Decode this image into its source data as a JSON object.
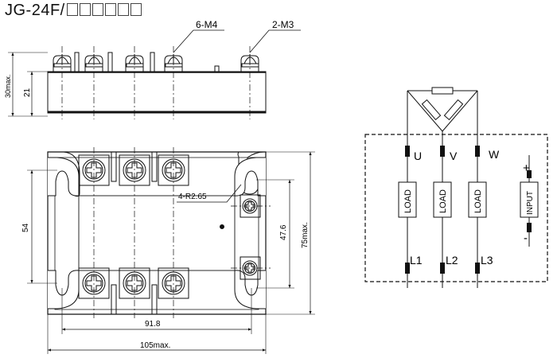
{
  "title": {
    "model": "JG-24F/",
    "suffix_boxes": 6
  },
  "side_view": {
    "label_6m4": "6-M4",
    "label_2m3": "2-M3",
    "dim_30max": "30max.",
    "dim_21": "21"
  },
  "top_view": {
    "radius": "4-R2.65",
    "dim_54": "54",
    "dim_47_6": "47.6",
    "dim_75max": "75max.",
    "dim_91_8": "91.8",
    "dim_105max": "105max."
  },
  "schematic": {
    "phases": [
      "U",
      "V",
      "W"
    ],
    "lines": [
      "L1",
      "L2",
      "L3"
    ],
    "load_label": "LOAD",
    "input_label": "INPUT",
    "plus": "+",
    "minus": "-"
  }
}
